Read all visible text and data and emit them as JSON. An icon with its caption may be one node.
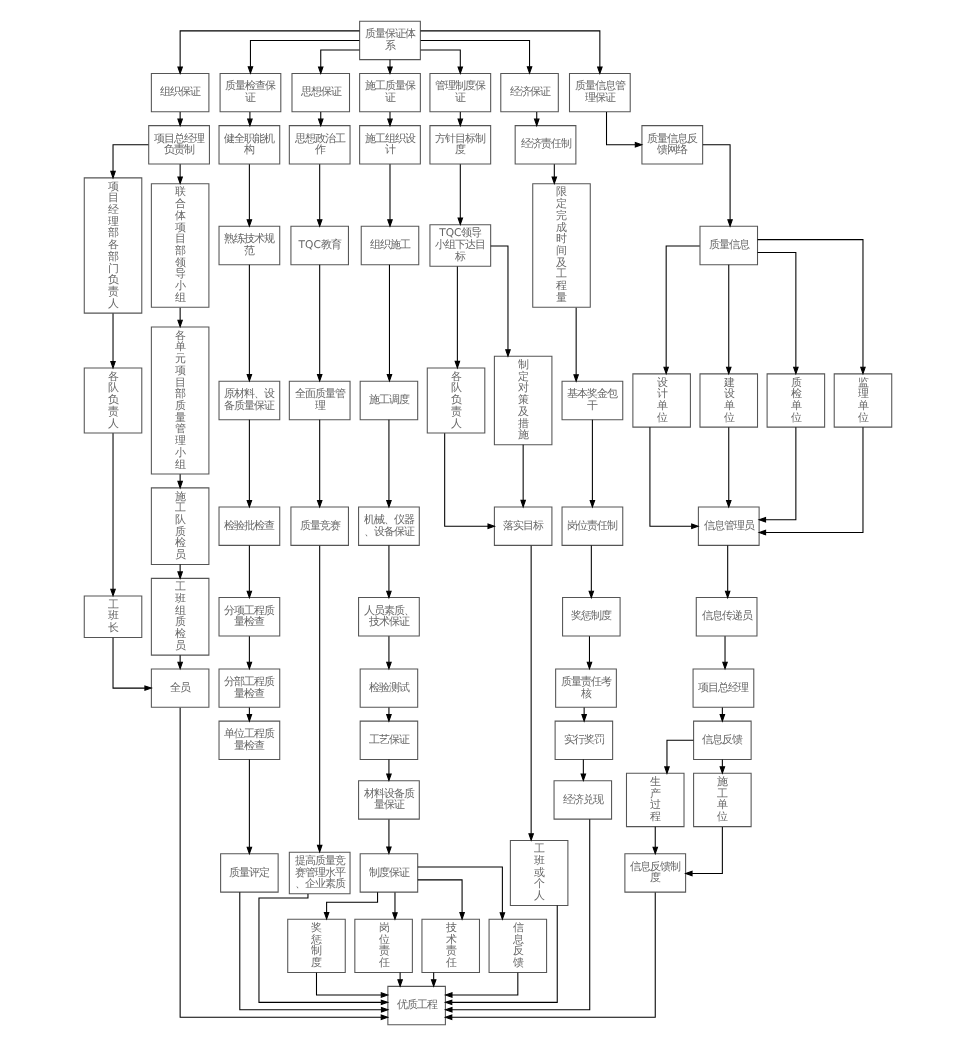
{
  "diagram": {
    "nodes": [
      {
        "text": [
          "质量保证体系"
        ]
      },
      {
        "text": [
          "组织保证"
        ]
      },
      {
        "text": [
          "项目总经理负责制"
        ]
      },
      {
        "text": [
          "项目经理部各部门负责人"
        ]
      },
      {
        "text": [
          "各队负责人"
        ]
      },
      {
        "text": [
          "工班长"
        ]
      },
      {
        "text": [
          "联合体项目部领导小组"
        ]
      },
      {
        "text": [
          "各单元项目部质量管理小组"
        ]
      },
      {
        "text": [
          "施工队质检员"
        ]
      },
      {
        "text": [
          "工班组质检员"
        ]
      },
      {
        "text": [
          "全员"
        ]
      },
      {
        "text": [
          "质量检查保证"
        ]
      },
      {
        "text": [
          "健全职能机构"
        ]
      },
      {
        "text": [
          "熟练技术规范"
        ]
      },
      {
        "text": [
          "原材料、设备质量保证"
        ]
      },
      {
        "text": [
          "检验批检查"
        ]
      },
      {
        "text": [
          "分项工程质量检查"
        ]
      },
      {
        "text": [
          "分部工程质量检查"
        ]
      },
      {
        "text": [
          "单位工程质量检查"
        ]
      },
      {
        "text": [
          "质量评定"
        ]
      },
      {
        "text": [
          "思想保证"
        ]
      },
      {
        "text": [
          "思想政治工作"
        ]
      },
      {
        "text": [
          "TQC教育"
        ]
      },
      {
        "text": [
          "全面质量管理"
        ]
      },
      {
        "text": [
          "质量竞赛"
        ]
      },
      {
        "text": [
          "提高质量竞赛管理水平、企业素质"
        ]
      },
      {
        "text": [
          "施工质量保证"
        ]
      },
      {
        "text": [
          "施工组织设计"
        ]
      },
      {
        "text": [
          "组织施工"
        ]
      },
      {
        "text": [
          "施工调度"
        ]
      },
      {
        "text": [
          "机械、仪器、设备保证"
        ]
      },
      {
        "text": [
          "人员素质、技术保证"
        ]
      },
      {
        "text": [
          "检验测试"
        ]
      },
      {
        "text": [
          "工艺保证"
        ]
      },
      {
        "text": [
          "材料设备质量保证"
        ]
      },
      {
        "text": [
          "制度保证"
        ]
      },
      {
        "text": [
          "奖惩制度"
        ]
      },
      {
        "text": [
          "岗位责任"
        ]
      },
      {
        "text": [
          "技术责任"
        ]
      },
      {
        "text": [
          "信息反馈"
        ]
      },
      {
        "text": [
          "优质工程"
        ]
      },
      {
        "text": [
          "管理制度保证"
        ]
      },
      {
        "text": [
          "方针目标制度"
        ]
      },
      {
        "text": [
          "TQC领导小组下达目标"
        ]
      },
      {
        "text": [
          "各队负责人"
        ]
      },
      {
        "text": [
          "制定对策及措施"
        ]
      },
      {
        "text": [
          "落实目标"
        ]
      },
      {
        "text": [
          "工班或个人"
        ]
      },
      {
        "text": [
          "经济保证"
        ]
      },
      {
        "text": [
          "经济责任制"
        ]
      },
      {
        "text": [
          "限定完成时间及工程量"
        ]
      },
      {
        "text": [
          "基本奖金包干"
        ]
      },
      {
        "text": [
          "岗位责任制"
        ]
      },
      {
        "text": [
          "奖惩制度"
        ]
      },
      {
        "text": [
          "质量责任考核"
        ]
      },
      {
        "text": [
          "实行奖罚"
        ]
      },
      {
        "text": [
          "经济兑现"
        ]
      },
      {
        "text": [
          "质量信息管理保证"
        ]
      },
      {
        "text": [
          "质量信息反馈网络"
        ]
      },
      {
        "text": [
          "质量信息"
        ]
      },
      {
        "text": [
          "设计单位"
        ]
      },
      {
        "text": [
          "建设单位"
        ]
      },
      {
        "text": [
          "质检单位"
        ]
      },
      {
        "text": [
          "监理单位"
        ]
      },
      {
        "text": [
          "信息管理员"
        ]
      },
      {
        "text": [
          "信息传递员"
        ]
      },
      {
        "text": [
          "项目总经理"
        ]
      },
      {
        "text": [
          "信息反馈"
        ]
      },
      {
        "text": [
          "生产过程"
        ]
      },
      {
        "text": [
          "施工单位"
        ]
      },
      {
        "text": [
          "信息反馈制度"
        ]
      }
    ],
    "edges": [
      {
        "from": 0,
        "to": 1,
        "arrow": "to"
      },
      {
        "from": 0,
        "to": 11,
        "arrow": "to"
      },
      {
        "from": 0,
        "to": 20,
        "arrow": "to"
      },
      {
        "from": 0,
        "to": 26,
        "arrow": "to"
      },
      {
        "from": 0,
        "to": 41,
        "arrow": "to"
      },
      {
        "from": 0,
        "to": 48,
        "arrow": "to"
      },
      {
        "from": 0,
        "to": 57,
        "arrow": "to"
      },
      {
        "from": 1,
        "to": 2,
        "arrow": "to"
      },
      {
        "from": 2,
        "to": 3,
        "arrow": "to"
      },
      {
        "from": 2,
        "to": 6,
        "arrow": "to"
      },
      {
        "from": 3,
        "to": 4,
        "arrow": "to"
      },
      {
        "from": 4,
        "to": 5,
        "arrow": "to"
      },
      {
        "from": 5,
        "to": 10,
        "arrow": "to"
      },
      {
        "from": 6,
        "to": 7,
        "arrow": "to"
      },
      {
        "from": 7,
        "to": 8,
        "arrow": "to"
      },
      {
        "from": 8,
        "to": 9,
        "arrow": "to"
      },
      {
        "from": 9,
        "to": 10,
        "arrow": "to"
      },
      {
        "from": 10,
        "to": 40,
        "arrow": "to"
      },
      {
        "from": 11,
        "to": 12,
        "arrow": "to"
      },
      {
        "from": 12,
        "to": 13,
        "arrow": "to"
      },
      {
        "from": 13,
        "to": 14,
        "arrow": "to"
      },
      {
        "from": 14,
        "to": 15,
        "arrow": "to"
      },
      {
        "from": 15,
        "to": 16,
        "arrow": "to"
      },
      {
        "from": 16,
        "to": 17,
        "arrow": "to"
      },
      {
        "from": 17,
        "to": 18,
        "arrow": "to"
      },
      {
        "from": 18,
        "to": 19,
        "arrow": "to"
      },
      {
        "from": 19,
        "to": 40,
        "arrow": "to"
      },
      {
        "from": 20,
        "to": 21,
        "arrow": "to"
      },
      {
        "from": 21,
        "to": 22,
        "arrow": "to"
      },
      {
        "from": 22,
        "to": 23,
        "arrow": "to"
      },
      {
        "from": 23,
        "to": 24,
        "arrow": "to"
      },
      {
        "from": 24,
        "to": 25,
        "arrow": "to"
      },
      {
        "from": 25,
        "to": 40,
        "arrow": "to"
      },
      {
        "from": 26,
        "to": 27,
        "arrow": "to"
      },
      {
        "from": 27,
        "to": 28,
        "arrow": "to"
      },
      {
        "from": 28,
        "to": 29,
        "arrow": "to"
      },
      {
        "from": 29,
        "to": 30,
        "arrow": "to"
      },
      {
        "from": 30,
        "to": 31,
        "arrow": "to"
      },
      {
        "from": 31,
        "to": 32,
        "arrow": "to"
      },
      {
        "from": 32,
        "to": 33,
        "arrow": "to"
      },
      {
        "from": 33,
        "to": 34,
        "arrow": "to"
      },
      {
        "from": 34,
        "to": 35,
        "arrow": "to"
      },
      {
        "from": 35,
        "to": 36,
        "arrow": "to"
      },
      {
        "from": 35,
        "to": 37,
        "arrow": "to"
      },
      {
        "from": 35,
        "to": 38,
        "arrow": "to"
      },
      {
        "from": 35,
        "to": 39,
        "arrow": "to"
      },
      {
        "from": 36,
        "to": 40,
        "arrow": "to"
      },
      {
        "from": 37,
        "to": 40,
        "arrow": "to"
      },
      {
        "from": 38,
        "to": 40,
        "arrow": "to"
      },
      {
        "from": 39,
        "to": 40,
        "arrow": "to"
      },
      {
        "from": 41,
        "to": 42,
        "arrow": "to"
      },
      {
        "from": 42,
        "to": 43,
        "arrow": "to"
      },
      {
        "from": 43,
        "to": 44,
        "arrow": "to"
      },
      {
        "from": 43,
        "to": 45,
        "arrow": "to"
      },
      {
        "from": 44,
        "to": 46,
        "arrow": "to"
      },
      {
        "from": 45,
        "to": 46,
        "arrow": "to"
      },
      {
        "from": 46,
        "to": 47,
        "arrow": "to"
      },
      {
        "from": 47,
        "to": 40,
        "arrow": "to"
      },
      {
        "from": 48,
        "to": 49,
        "arrow": "to"
      },
      {
        "from": 49,
        "to": 50,
        "arrow": "to"
      },
      {
        "from": 50,
        "to": 51,
        "arrow": "to"
      },
      {
        "from": 51,
        "to": 52,
        "arrow": "to"
      },
      {
        "from": 52,
        "to": 53,
        "arrow": "to"
      },
      {
        "from": 53,
        "to": 54,
        "arrow": "to"
      },
      {
        "from": 54,
        "to": 55,
        "arrow": "to"
      },
      {
        "from": 55,
        "to": 56,
        "arrow": "to"
      },
      {
        "from": 56,
        "to": 40,
        "arrow": "to"
      },
      {
        "from": 57,
        "to": 58,
        "arrow": "to"
      },
      {
        "from": 58,
        "to": 59,
        "arrow": "to"
      },
      {
        "from": 59,
        "to": 60,
        "arrow": "to"
      },
      {
        "from": 59,
        "to": 61,
        "arrow": "to"
      },
      {
        "from": 59,
        "to": 62,
        "arrow": "to"
      },
      {
        "from": 59,
        "to": 63,
        "arrow": "to"
      },
      {
        "from": 60,
        "to": 64,
        "arrow": "to"
      },
      {
        "from": 61,
        "to": 64,
        "arrow": "to"
      },
      {
        "from": 62,
        "to": 64,
        "arrow": "to"
      },
      {
        "from": 63,
        "to": 64,
        "arrow": "to"
      },
      {
        "from": 64,
        "to": 65,
        "arrow": "to"
      },
      {
        "from": 65,
        "to": 66,
        "arrow": "to"
      },
      {
        "from": 66,
        "to": 67,
        "arrow": "to"
      },
      {
        "from": 67,
        "to": 68,
        "arrow": "to"
      },
      {
        "from": 67,
        "to": 69,
        "arrow": "to"
      },
      {
        "from": 68,
        "to": 70,
        "arrow": "to"
      },
      {
        "from": 69,
        "to": 70,
        "arrow": "to"
      },
      {
        "from": 70,
        "to": 40,
        "arrow": "to"
      }
    ]
  }
}
